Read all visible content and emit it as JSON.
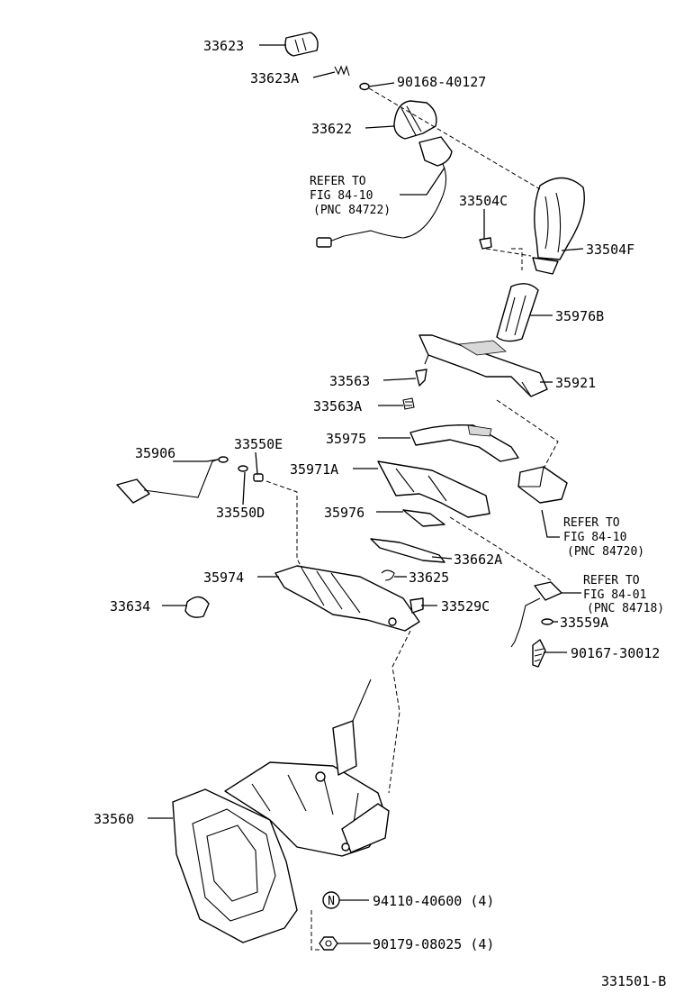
{
  "labels": {
    "p33623": "33623",
    "p33623A": "33623A",
    "p90168": "90168-40127",
    "p33622": "33622",
    "p33504C": "33504C",
    "p33504F": "33504F",
    "p35976B": "35976B",
    "p33563": "33563",
    "p35921": "35921",
    "p33563A": "33563A",
    "p35975": "35975",
    "p35906": "35906",
    "p33550E": "33550E",
    "p35971A": "35971A",
    "p33550D": "33550D",
    "p35976": "35976",
    "p33662A": "33662A",
    "p33625": "33625",
    "p35974": "35974",
    "p33634": "33634",
    "p33529C": "33529C",
    "p33559A": "33559A",
    "p90167": "90167-30012",
    "p33560": "33560",
    "p94110": "94110-40600 (4)",
    "p90179": "90179-08025 (4)"
  },
  "refs": {
    "r1": [
      "REFER TO",
      "FIG 84-10",
      "(PNC 84722)"
    ],
    "r2": [
      "REFER TO",
      "FIG 84-10",
      "(PNC 84720)"
    ],
    "r3": [
      "REFER TO",
      "FIG 84-01",
      "(PNC 84718)"
    ]
  },
  "marker_letter": "N",
  "figure_code": "331501-B"
}
